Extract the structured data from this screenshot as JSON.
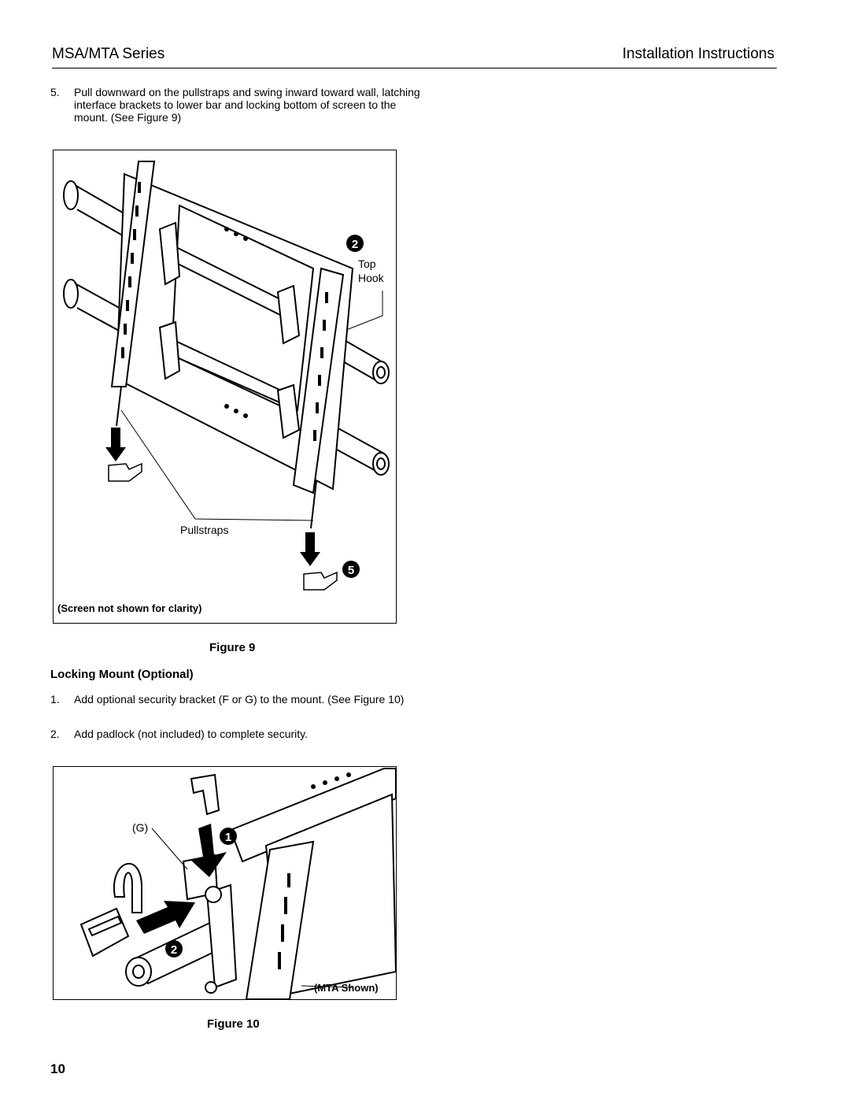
{
  "header": {
    "series": "MSA/MTA Series",
    "doc_title": "Installation Instructions"
  },
  "step5": {
    "number": "5.",
    "text": "Pull downward on the pullstraps and swing inward toward wall, latching interface brackets to lower bar and locking bottom of screen to the mount. (See Figure 9)"
  },
  "figure9": {
    "callout_2": "2",
    "callout_5": "5",
    "top_hook_line1": "Top",
    "top_hook_line2": "Hook",
    "pullstraps": "Pullstraps",
    "note": "(Screen not shown for clarity)",
    "caption": "Figure 9"
  },
  "section": {
    "title": "Locking Mount (Optional)",
    "steps": [
      {
        "number": "1.",
        "text": "Add optional security bracket (F or G) to the mount. (See Figure 10)"
      },
      {
        "number": "2.",
        "text": "Add padlock (not included) to complete security."
      }
    ]
  },
  "figure10": {
    "label_g": "(G)",
    "callout_1": "1",
    "callout_2": "2",
    "note": "(MTA Shown)",
    "caption": "Figure 10"
  },
  "page_number": "10"
}
